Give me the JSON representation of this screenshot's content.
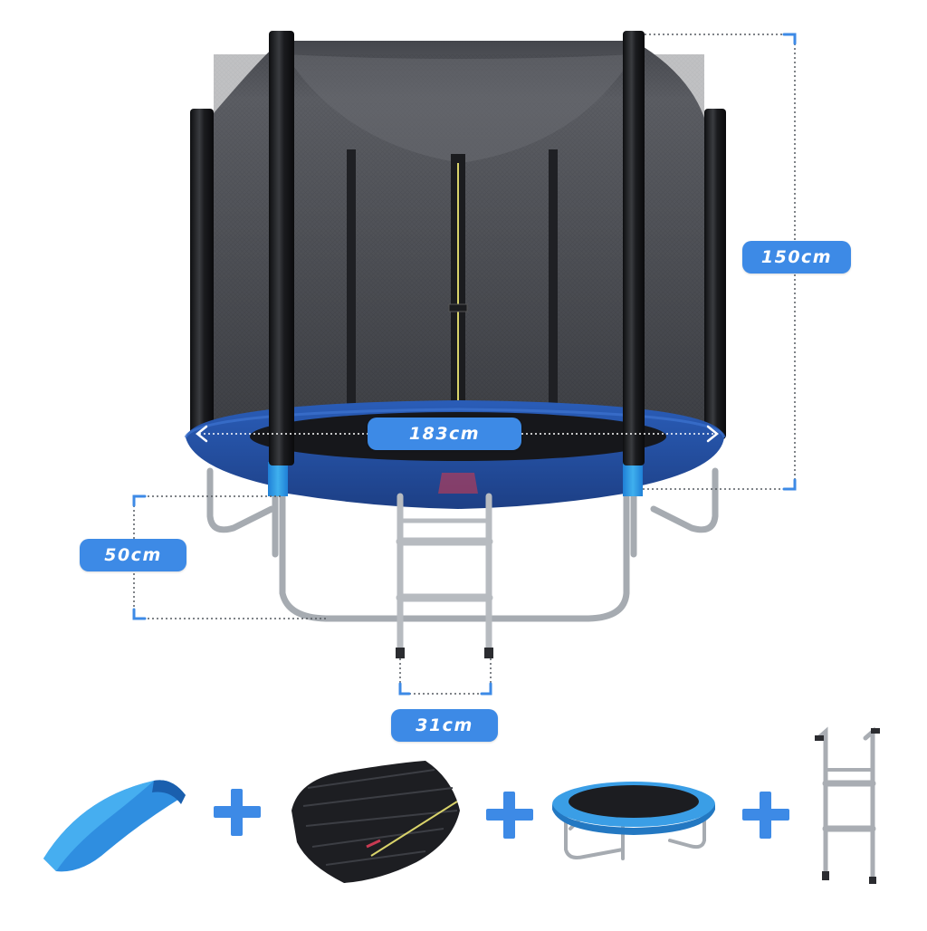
{
  "colors": {
    "accent": "#3d8ae6",
    "pad_blue": "#2f67c3",
    "pad_blue_light": "#35a0ea",
    "net": "#4a4c52",
    "pole": "#1a1b1e",
    "frame": "#b8bcc2",
    "plus": "#3d8ae6"
  },
  "dimensions": {
    "height_label": "150cm",
    "diameter_label": "183cm",
    "leg_label": "50cm",
    "ladder_label": "31cm"
  },
  "components": [
    {
      "name": "safety-pad",
      "icon": "pad-icon"
    },
    {
      "name": "safety-net",
      "icon": "net-icon"
    },
    {
      "name": "trampoline-frame",
      "icon": "trampoline-icon"
    },
    {
      "name": "ladder",
      "icon": "ladder-icon"
    }
  ]
}
